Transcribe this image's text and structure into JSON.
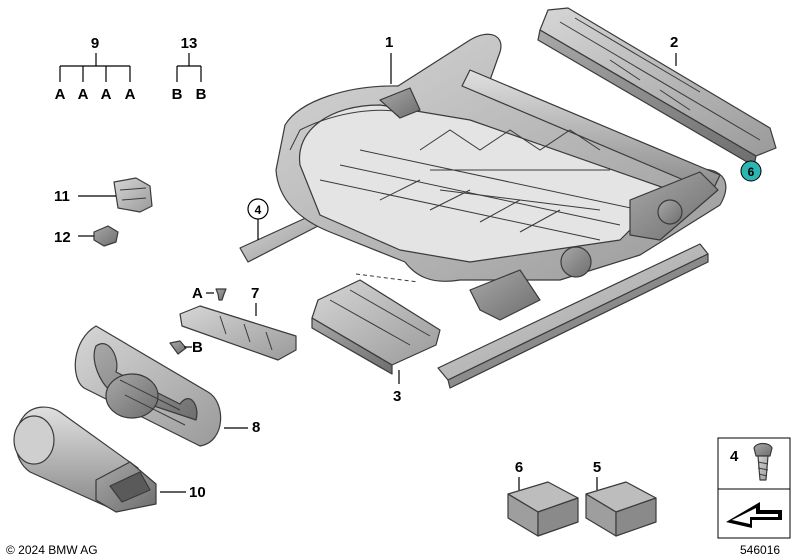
{
  "callouts": {
    "c1": "1",
    "c2": "2",
    "c3": "3",
    "c4": "4",
    "c5": "5",
    "c6": "6",
    "c7": "7",
    "c8": "8",
    "c9": "9",
    "c10": "10",
    "c11": "11",
    "c12": "12",
    "c13": "13",
    "c4_circle": "4",
    "c6_circle": "6",
    "box_4": "4"
  },
  "tree_9": {
    "root": "9",
    "leaves": [
      "A",
      "A",
      "A",
      "A"
    ]
  },
  "tree_13": {
    "root": "13",
    "leaves": [
      "B",
      "B"
    ]
  },
  "screw_labels": {
    "a": "A",
    "b": "B"
  },
  "colors": {
    "part_fill": "#c9c9c9",
    "part_dark": "#8f8f8f",
    "highlight_circle": "#2bb5b0"
  },
  "footer": {
    "copyright": "© 2024 BMW AG",
    "diagram_id": "546016"
  }
}
